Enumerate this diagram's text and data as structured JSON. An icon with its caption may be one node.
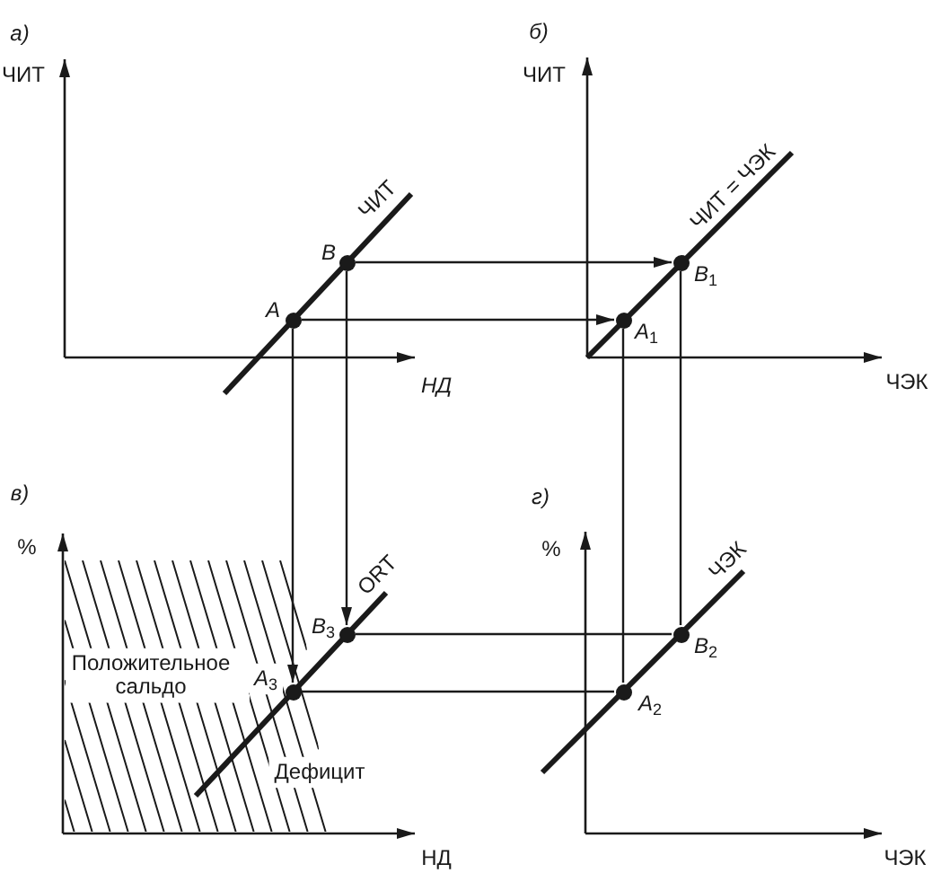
{
  "diagram": {
    "nodes": [
      {
        "text": [],
        "shape": "circle",
        "beside": [
          "A"
        ]
      },
      {
        "text": [],
        "shape": "circle",
        "beside": [
          "B"
        ]
      },
      {
        "text": [],
        "shape": "circle",
        "beside": [
          "A$_{1}$"
        ]
      },
      {
        "text": [],
        "shape": "circle",
        "beside": [
          "B$_{1}$"
        ]
      },
      {
        "text": [],
        "shape": "circle",
        "beside": [
          "A$_{3}$"
        ]
      },
      {
        "text": [],
        "shape": "circle",
        "beside": [
          "B$_{3}$"
        ]
      },
      {
        "text": [],
        "shape": "circle",
        "beside": [
          "A$_{2}$"
        ]
      },
      {
        "text": [],
        "shape": "circle",
        "beside": [
          "B$_{2}$"
        ]
      }
    ],
    "edges": [
      {
        "from": 0,
        "to": 2,
        "arrow": "to"
      },
      {
        "from": 1,
        "to": 3,
        "arrow": "to"
      },
      {
        "from": 0,
        "to": 4,
        "arrow": "to"
      },
      {
        "from": 1,
        "to": 5,
        "arrow": "to"
      },
      {
        "from": 2,
        "to": 6,
        "arrow": "none"
      },
      {
        "from": 3,
        "to": 7,
        "arrow": "none"
      },
      {
        "from": 6,
        "to": 4,
        "arrow": "none"
      },
      {
        "from": 7,
        "to": 5,
        "arrow": "none"
      }
    ],
    "labels": [
      "а)",
      "ЧИТ",
      "ЧИТ",
      "НД",
      "б)",
      "ЧИТ",
      "ЧИТ = ЧЭК",
      "ЧЭК",
      "в)",
      "%",
      "ORT",
      "Положительное сальдо",
      "Дефицит",
      "НД",
      "г)",
      "%",
      "ЧЭК",
      "ЧЭК"
    ]
  }
}
